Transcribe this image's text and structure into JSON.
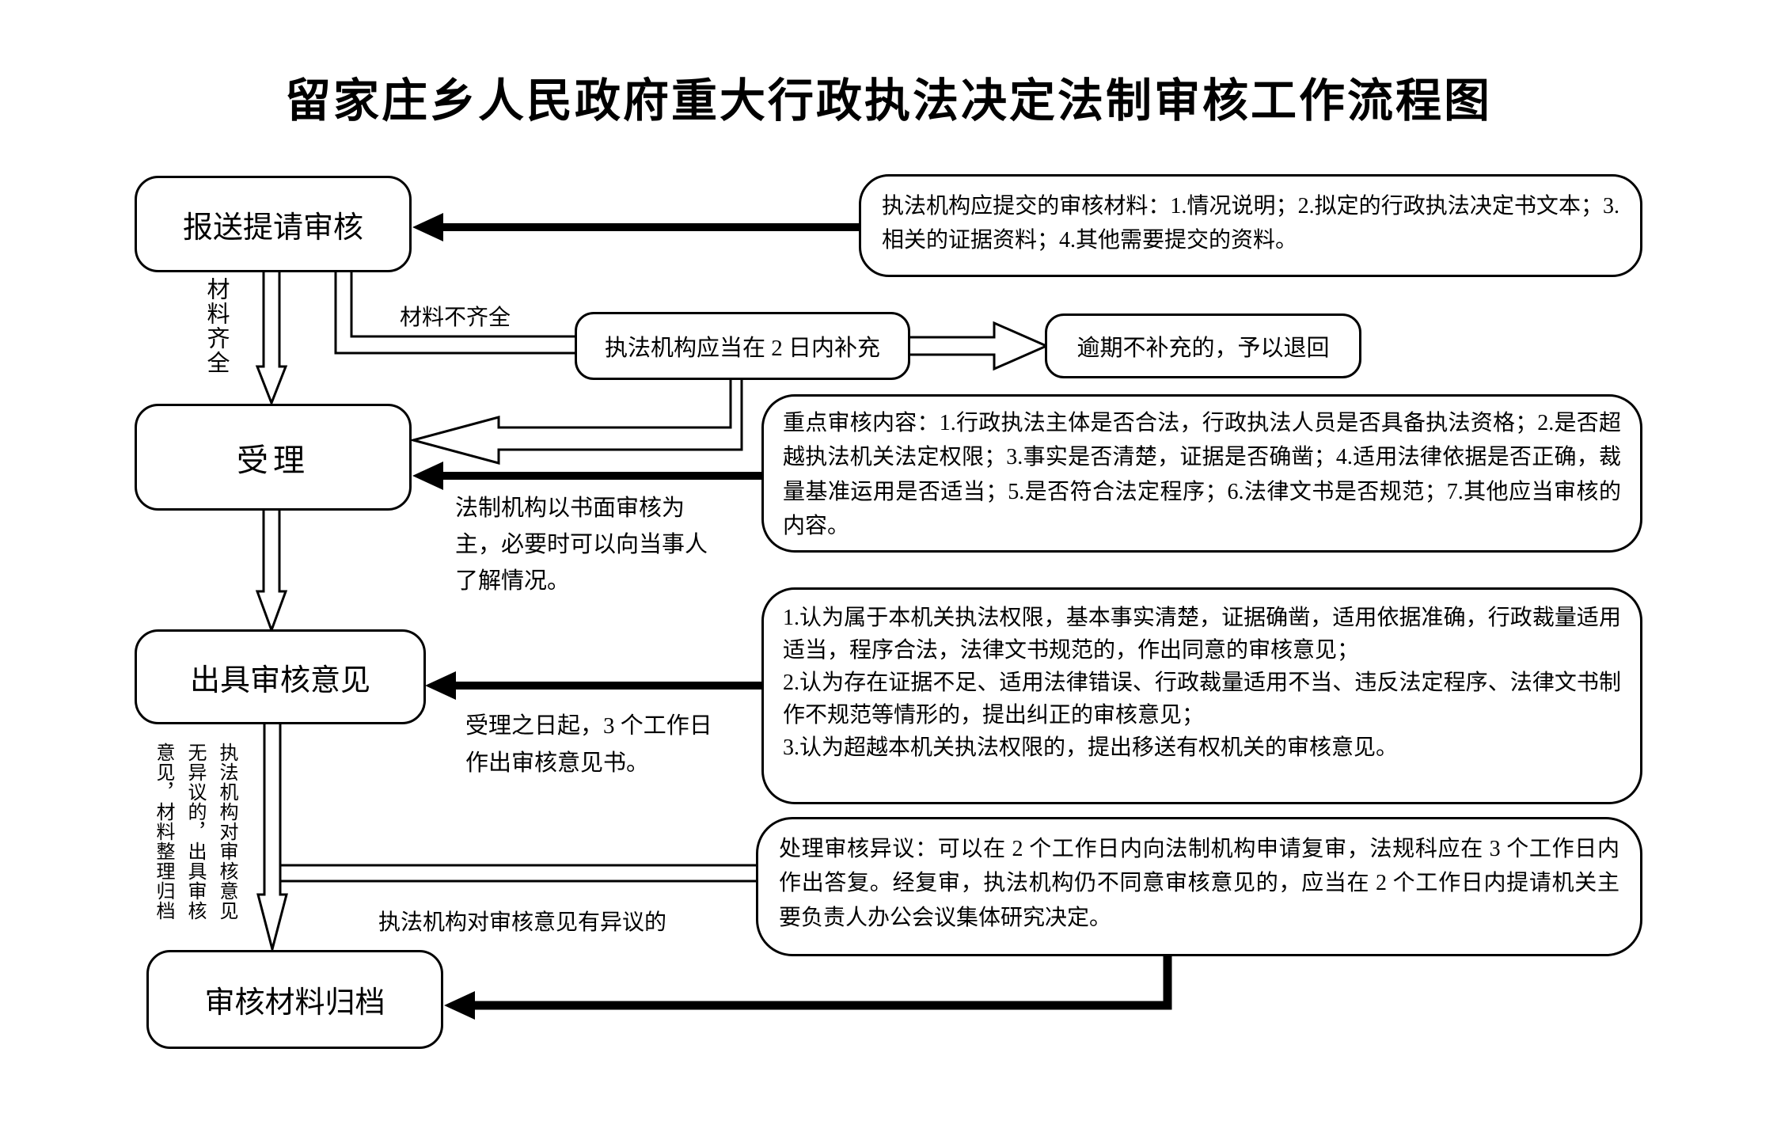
{
  "title": "留家庄乡人民政府重大行政执法决定法制审核工作流程图",
  "nodes": {
    "submit": "报送提请审核",
    "accept": "受理",
    "opinion": "出具审核意见",
    "archive": "审核材料归档",
    "supplement": "执法机构应当在 2 日内补充",
    "return": "逾期不补充的，予以退回"
  },
  "info": {
    "materials": "执法机构应提交的审核材料：1.情况说明；2.拟定的行政执法决定书文本；3.相关的证据资料；4.其他需要提交的资料。",
    "review_points": "重点审核内容：1.行政执法主体是否合法，行政执法人员是否具备执法资格；2.是否超越执法机关法定权限；3.事实是否清楚，证据是否确凿；4.适用法律依据是否正确，裁量基准运用是否适当；5.是否符合法定程序；6.法律文书是否规范；7.其他应当审核的内容。",
    "opinion_types": "1.认为属于本机关执法权限，基本事实清楚，证据确凿，适用依据准确，行政裁量适用适当，程序合法，法律文书规范的，作出同意的审核意见；\n2.认为存在证据不足、适用法律错误、行政裁量适用不当、违反法定程序、法律文书制作不规范等情形的，提出纠正的审核意见；\n3.认为超越本机关执法权限的，提出移送有权机关的审核意见。",
    "objection": "处理审核异议：可以在 2 个工作日内向法制机构申请复审，法规科应在 3 个工作日内作出答复。经复审，执法机构仍不同意审核意见的，应当在 2 个工作日内提请机关主要负责人办公会议集体研究决定。"
  },
  "labels": {
    "complete": "材料齐全",
    "incomplete": "材料不齐全",
    "written_review": "法制机构以书面审核为主，必要时可以向当事人了解情况。",
    "deadline": "受理之日起，3 个工作日作出审核意见书。",
    "no_objection_col1": "执法机构对审核意见",
    "no_objection_col2": "无异议的，出具审核",
    "no_objection_col3": "意见，材料整理归档",
    "objection_label": "执法机构对审核意见有异议的"
  },
  "colors": {
    "line": "#000000",
    "background": "#ffffff"
  }
}
